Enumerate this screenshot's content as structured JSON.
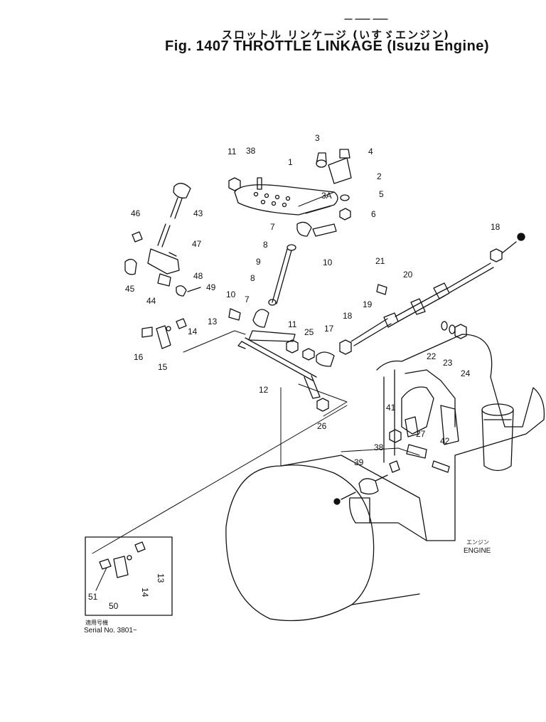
{
  "title": {
    "japanese": "スロットル リンケージ (いすゞエンジン)",
    "english": "Fig. 1407 THROTTLE LINKAGE (Isuzu Engine)"
  },
  "engine_label": {
    "japanese": "エンジン",
    "english": "ENGINE"
  },
  "serial_note": {
    "japanese": "適用号機",
    "english": "Serial No. 3801~"
  },
  "callouts": [
    "1",
    "2",
    "3",
    "3A",
    "4",
    "5",
    "6",
    "7",
    "8",
    "9",
    "10",
    "11",
    "12",
    "13",
    "14",
    "15",
    "16",
    "17",
    "18",
    "19",
    "20",
    "21",
    "22",
    "23",
    "24",
    "25",
    "26",
    "27",
    "38",
    "39",
    "41",
    "42",
    "43",
    "44",
    "45",
    "46",
    "47",
    "48",
    "49",
    "50",
    "51"
  ],
  "colors": {
    "ink": "#111111",
    "paper": "#ffffff"
  }
}
